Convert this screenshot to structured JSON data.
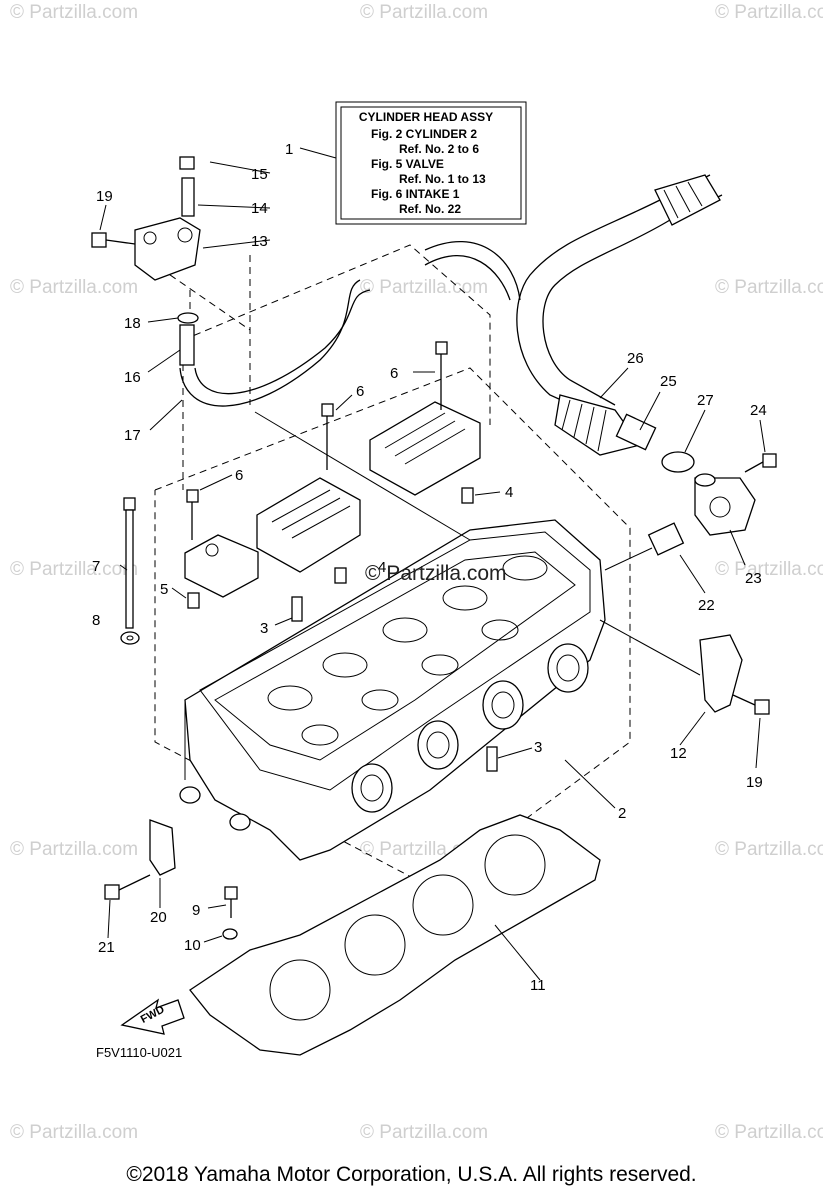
{
  "watermark": "© Partzilla.com",
  "center_watermark": "© Partzilla.com",
  "info_box": {
    "title": "CYLINDER HEAD ASSY",
    "lines": [
      "Fig.  2 CYLINDER 2",
      "Ref. No. 2 to 6",
      "Fig.  5 VALVE",
      "Ref. No. 1 to 13",
      "Fig.  6 INTAKE 1",
      "Ref. No. 22"
    ]
  },
  "callouts": {
    "c1": "1",
    "c2": "2",
    "c3a": "3",
    "c3b": "3",
    "c4a": "4",
    "c4b": "4",
    "c5": "5",
    "c6a": "6",
    "c6b": "6",
    "c6c": "6",
    "c7": "7",
    "c8": "8",
    "c9": "9",
    "c10": "10",
    "c11": "11",
    "c12": "12",
    "c13": "13",
    "c14": "14",
    "c15": "15",
    "c16": "16",
    "c17": "17",
    "c18": "18",
    "c19a": "19",
    "c19b": "19",
    "c20": "20",
    "c21": "21",
    "c22": "22",
    "c23": "23",
    "c24": "24",
    "c25": "25",
    "c26": "26",
    "c27": "27"
  },
  "fwd_label": "FWD",
  "diagram_code": "F5V1110-U021",
  "copyright": "©2018  Yamaha Motor Corporation, U.S.A. All rights reserved."
}
